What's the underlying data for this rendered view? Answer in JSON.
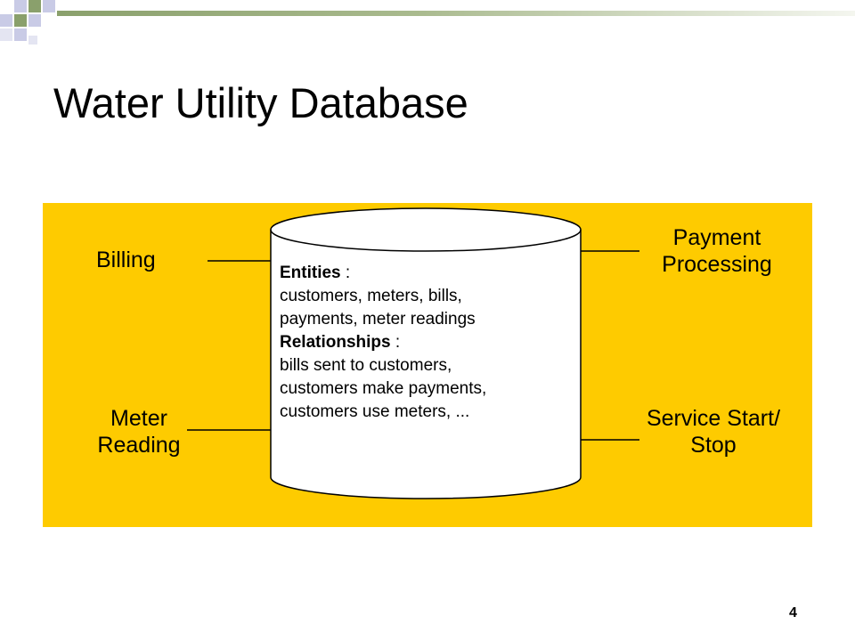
{
  "slide": {
    "title": "Water Utility Database",
    "page_number": "4"
  },
  "diagram": {
    "database": {
      "entities_heading": "Entities",
      "entities_colon": " :",
      "entities_line1": "customers, meters, bills,",
      "entities_line2": "payments, meter readings",
      "relationships_heading": "Relationships",
      "relationships_colon": " :",
      "relationships_line1": "bills sent to customers,",
      "relationships_line2": "customers make payments,",
      "relationships_line3": "customers use meters, ..."
    },
    "applications": {
      "billing": "Billing",
      "meter_reading_line1": "Meter",
      "meter_reading_line2": "Reading",
      "payment_processing_line1": "Payment",
      "payment_processing_line2": "Processing",
      "service_line1": "Service Start/",
      "service_line2": "Stop"
    },
    "colors": {
      "panel": "#fecb00",
      "cylinder_fill": "#ffffff",
      "stroke": "#000000"
    }
  }
}
